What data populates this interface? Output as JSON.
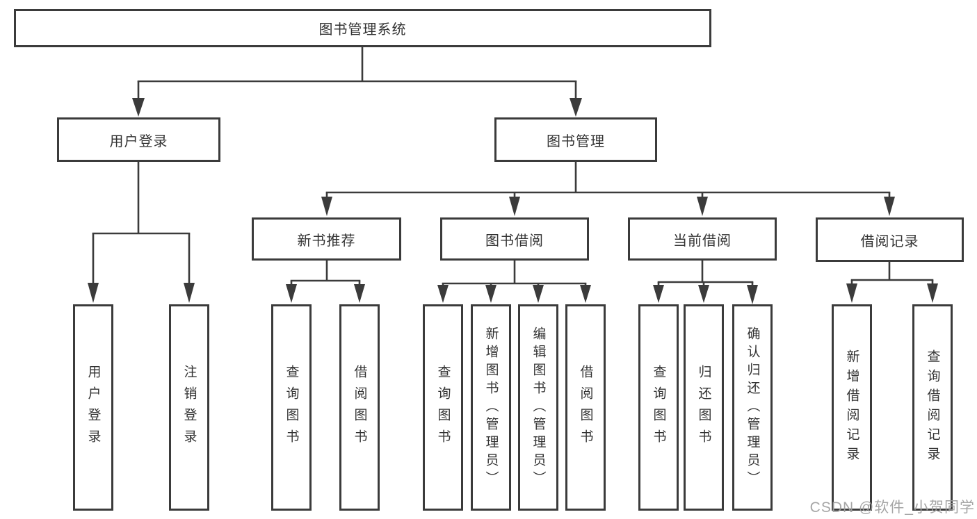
{
  "colors": {
    "background": "#ffffff",
    "line": "#3b3b3b",
    "box_border": "#3b3b3b",
    "text": "#333333",
    "watermark": "#9e9e9e"
  },
  "diagram": {
    "type": "hierarchy-tree",
    "tree": {
      "label": "图书管理系统",
      "children": [
        {
          "label": "用户登录",
          "children": [
            {
              "label": "用户登录"
            },
            {
              "label": "注销登录"
            }
          ]
        },
        {
          "label": "图书管理",
          "children": [
            {
              "label": "新书推荐",
              "children": [
                {
                  "label": "查询图书"
                },
                {
                  "label": "借阅图书"
                }
              ]
            },
            {
              "label": "图书借阅",
              "children": [
                {
                  "label": "查询图书"
                },
                {
                  "label": "新增图书（管理员）"
                },
                {
                  "label": "编辑图书（管理员）"
                },
                {
                  "label": "借阅图书"
                }
              ]
            },
            {
              "label": "当前借阅",
              "children": [
                {
                  "label": "查询图书"
                },
                {
                  "label": "归还图书"
                },
                {
                  "label": "确认归还（管理员）"
                }
              ]
            },
            {
              "label": "借阅记录",
              "children": [
                {
                  "label": "新增借阅记录"
                },
                {
                  "label": "查询借阅记录"
                }
              ]
            }
          ]
        }
      ]
    }
  },
  "watermark": {
    "text": "CSDN @软件_小贺同学"
  }
}
